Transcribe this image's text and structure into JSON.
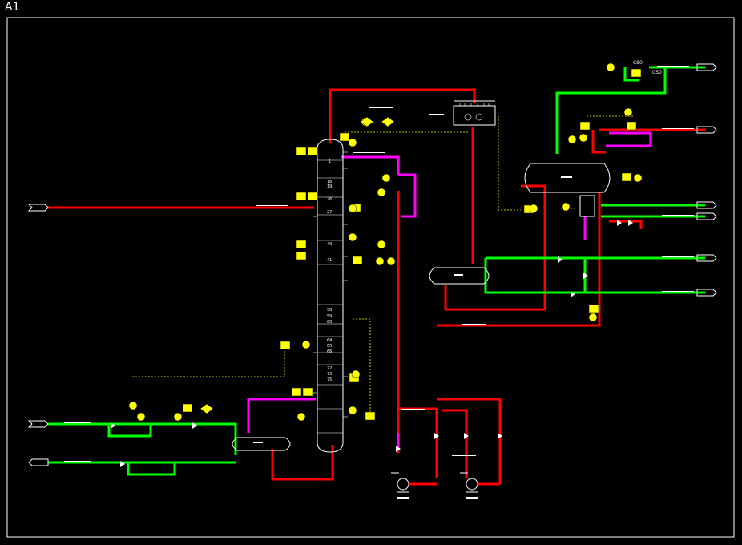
{
  "sheet": {
    "label": "A1"
  },
  "colors": {
    "background": "#000000",
    "frame": "#ffffff",
    "equipment": "#ffffff",
    "process_red": "#ff0000",
    "utility_green": "#00ff00",
    "magenta": "#ff00ff",
    "instrument_yellow": "#ffff00"
  },
  "column": {
    "tray_labels": [
      "1",
      "18",
      "19",
      "26",
      "27",
      "40",
      "41",
      "58",
      "59",
      "60",
      "64",
      "65",
      "66",
      "72",
      "73",
      "75"
    ]
  },
  "legend_text": {
    "condenser_sign": "CS0",
    "condenser_sign2": "CS0"
  }
}
